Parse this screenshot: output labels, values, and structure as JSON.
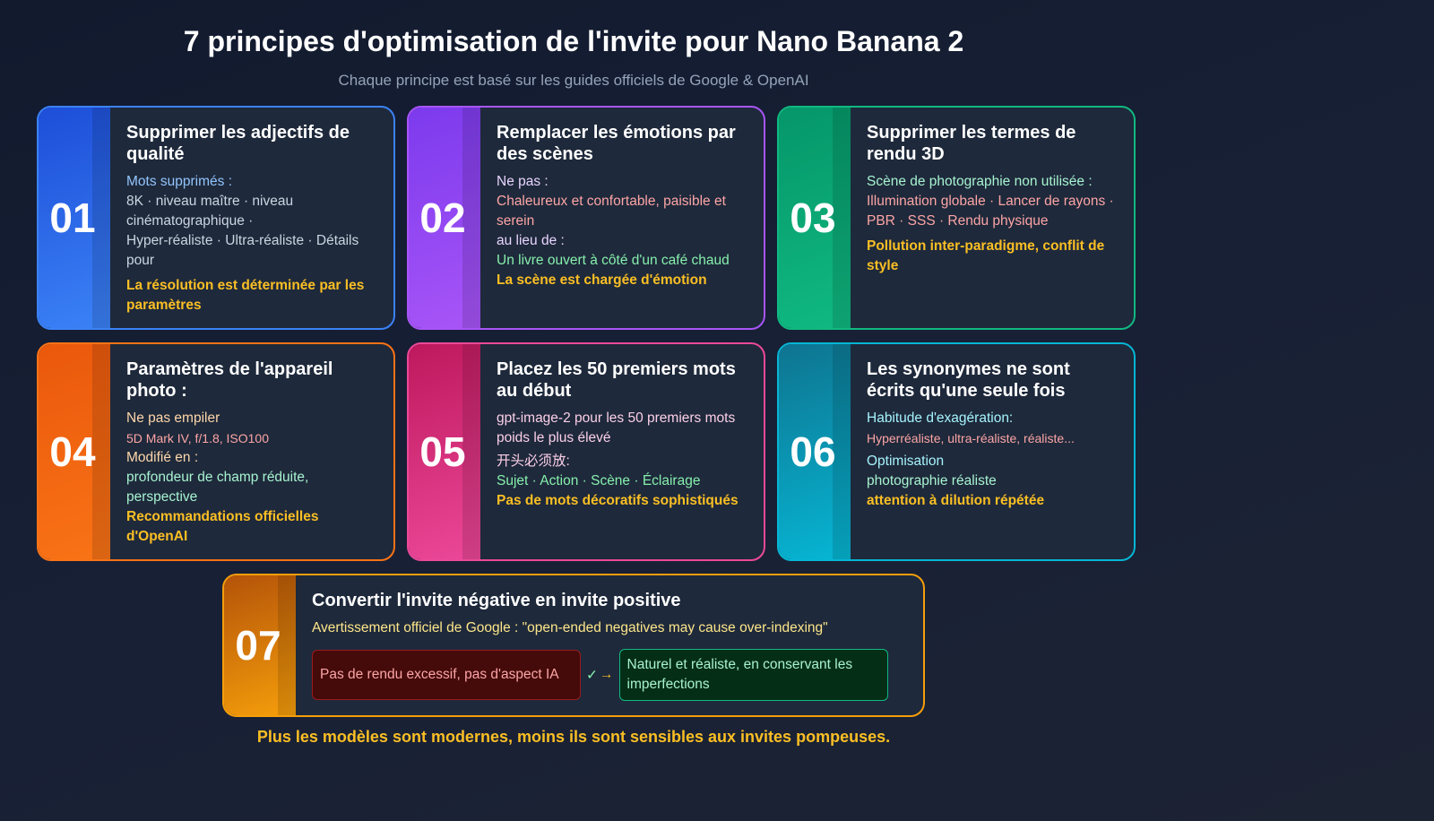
{
  "header": {
    "title": "7 principes d'optimisation de l'invite pour Nano Banana 2",
    "subtitle": "Chaque principe est basé sur les guides officiels de Google & OpenAI"
  },
  "colors": {
    "blue": "#3b82f6",
    "purple": "#a855f7",
    "green": "#10b981",
    "orange": "#f97316",
    "pink": "#ec4899",
    "cyan": "#06b6d4",
    "amber": "#f59e0b",
    "highlight": "#fbbf24"
  },
  "cards": [
    {
      "num": "01",
      "title": "Supprimer les adjectifs de qualité",
      "lines": [
        "Mots supprimés :",
        "8K · niveau maître · niveau cinématographique ·",
        "Hyper-réaliste · Ultra-réaliste · Détails pour",
        "La résolution est déterminée par les paramètres"
      ]
    },
    {
      "num": "02",
      "title": "Remplacer les émotions par des scènes",
      "lines": [
        "Ne pas :",
        "Chaleureux et confortable, paisible et serein",
        "au lieu de :",
        "Un livre ouvert à côté d'un café chaud",
        "La scène est chargée d'émotion"
      ]
    },
    {
      "num": "03",
      "title": "Supprimer les termes de rendu 3D",
      "lines": [
        "Scène de photographie non utilisée :",
        "Illumination globale · Lancer de rayons ·",
        "PBR · SSS · Rendu physique",
        "Pollution inter-paradigme, conflit de style"
      ]
    },
    {
      "num": "04",
      "title": "Paramètres de l'appareil photo :",
      "lines": [
        "Ne pas empiler",
        "5D Mark IV, f/1.8, ISO100",
        "Modifié en :",
        "profondeur de champ réduite, perspective",
        "Recommandations officielles d'OpenAI"
      ]
    },
    {
      "num": "05",
      "title": "Placez les 50 premiers mots au début",
      "lines": [
        "gpt-image-2 pour les 50 premiers mots",
        "poids le plus élevé",
        "开头必须放:",
        "Sujet · Action · Scène · Éclairage",
        "Pas de mots décoratifs sophistiqués"
      ]
    },
    {
      "num": "06",
      "title": "Les synonymes ne sont écrits qu'une seule fois",
      "lines": [
        "Habitude d'exagération:",
        "Hyperréaliste, ultra-réaliste, réaliste...",
        "Optimisation",
        "photographie réaliste",
        "attention à dilution répétée"
      ]
    },
    {
      "num": "07",
      "title": "Convertir l'invite négative en invite positive",
      "lines": [
        "Avertissement officiel de Google : \"open-ended negatives may cause over-indexing\"",
        "Pas de rendu excessif, pas d'aspect IA",
        "✓",
        "Naturel et réaliste, en conservant les imperfections"
      ]
    }
  ],
  "footer": "Plus les modèles sont modernes, moins ils sont sensibles aux invites pompeuses."
}
